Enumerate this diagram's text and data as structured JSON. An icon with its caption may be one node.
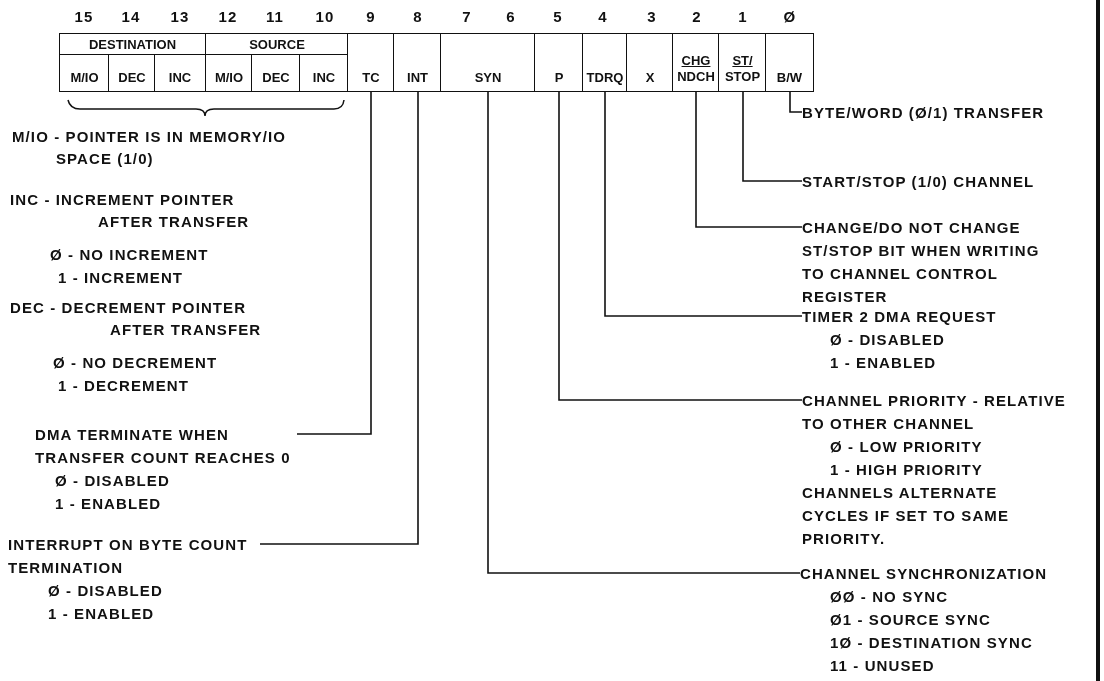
{
  "diagram": {
    "nodes": [
      {
        "text": [
          "DESTINATION"
        ]
      },
      {
        "text": [
          "SOURCE"
        ]
      },
      {
        "text": [
          "M/IO"
        ]
      },
      {
        "text": [
          "DEC"
        ]
      },
      {
        "text": [
          "INC"
        ]
      },
      {
        "text": [
          "M/IO"
        ]
      },
      {
        "text": [
          "DEC"
        ]
      },
      {
        "text": [
          "INC"
        ]
      },
      {
        "text": [
          "TC"
        ]
      },
      {
        "text": [
          "INT"
        ]
      },
      {
        "text": [
          "SYN"
        ]
      },
      {
        "text": [
          "P"
        ]
      },
      {
        "text": [
          "TDRQ"
        ]
      },
      {
        "text": [
          "X"
        ]
      },
      {
        "text": [
          "CHG",
          "NDCH"
        ]
      },
      {
        "text": [
          "ST/",
          "STOP"
        ]
      },
      {
        "text": [
          "B/W"
        ]
      },
      {
        "text": [
          "BYTE/WORD (Ø/1) TRANSFER"
        ]
      },
      {
        "text": [
          "START/STOP (1/0) CHANNEL"
        ]
      },
      {
        "text": [
          "CHANGE/DO NOT CHANGE ST/STOP BIT WHEN WRITING TO CHANNEL CONTROL REGISTER"
        ]
      },
      {
        "text": [
          "TIMER 2 DMA REQUEST",
          "Ø - DISABLED",
          "1 - ENABLED"
        ]
      },
      {
        "text": [
          "CHANNEL PRIORITY - RELATIVE TO OTHER CHANNEL",
          "Ø - LOW PRIORITY",
          "1 - HIGH PRIORITY",
          "CHANNELS ALTERNATE CYCLES IF SET TO SAME PRIORITY."
        ]
      },
      {
        "text": [
          "DMA TERMINATE WHEN TRANSFER COUNT REACHES 0",
          "Ø - DISABLED",
          "1 - ENABLED"
        ]
      },
      {
        "text": [
          "INTERRUPT ON BYTE COUNT TERMINATION",
          "Ø - DISABLED",
          "1 - ENABLED"
        ]
      },
      {
        "text": [
          "CHANNEL SYNCHRONIZATION",
          "ØØ - NO SYNC",
          "Ø1 - SOURCE SYNC",
          "1Ø - DESTINATION SYNC",
          "11 - UNUSED"
        ]
      }
    ],
    "edges": [
      {
        "from": 17,
        "to": 16,
        "arrow": "none"
      },
      {
        "from": 18,
        "to": 15,
        "arrow": "none"
      },
      {
        "from": 19,
        "to": 14,
        "arrow": "none"
      },
      {
        "from": 20,
        "to": 12,
        "arrow": "none"
      },
      {
        "from": 21,
        "to": 11,
        "arrow": "none"
      },
      {
        "from": 22,
        "to": 8,
        "arrow": "none"
      },
      {
        "from": 23,
        "to": 9,
        "arrow": "none"
      },
      {
        "from": 24,
        "to": 10,
        "arrow": "none"
      }
    ],
    "labels": [
      "15",
      "14",
      "13",
      "12",
      "11",
      "10",
      "9",
      "8",
      "7",
      "6",
      "5",
      "4",
      "3",
      "2",
      "1",
      "Ø",
      "M/IO - POINTER IS IN MEMORY/IO SPACE (1/0)",
      "INC - INCREMENT POINTER AFTER TRANSFER",
      "Ø - NO INCREMENT",
      "1 - INCREMENT",
      "DEC - DECREMENT POINTER AFTER TRANSFER",
      "Ø - NO DECREMENT",
      "1 - DECREMENT"
    ]
  }
}
